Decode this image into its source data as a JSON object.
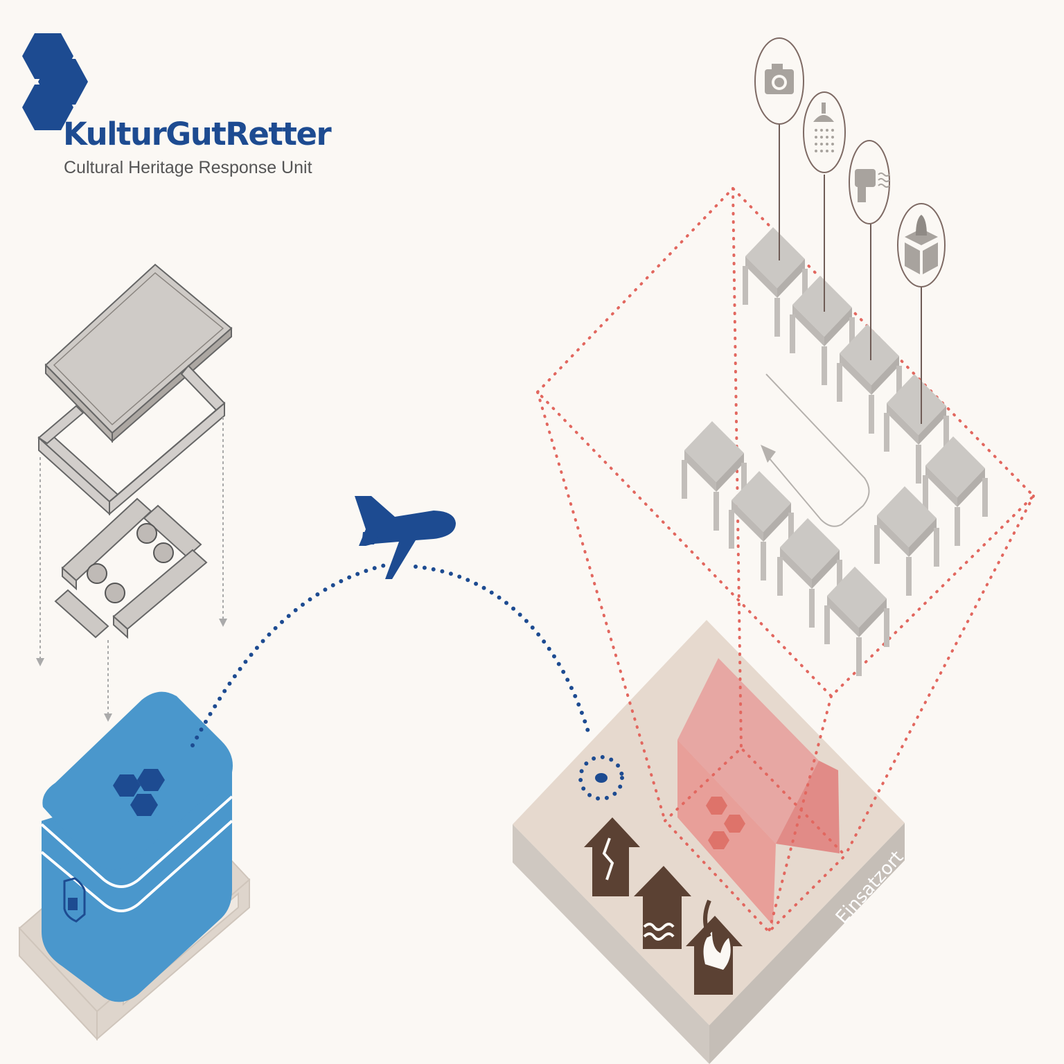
{
  "brand": {
    "title": "KulturGutRetter",
    "subtitle": "Cultural Heritage Response Unit"
  },
  "site": {
    "label": "Einsatzort"
  },
  "colors": {
    "background": "#fbf8f4",
    "brand_blue": "#1d4b91",
    "container_blue": "#4a97cc",
    "tent_red": "#e58d8d",
    "dotted_red": "#e2675f",
    "table_grey": "#c7c4c0",
    "ground_beige": "#e6d9ce",
    "house_brown": "#5b4133",
    "icon_grey": "#a8a39e",
    "circle_outline": "#7e6a64"
  },
  "icons": {
    "step_1": "camera-icon",
    "step_2": "shower-icon",
    "step_3": "dryer-icon",
    "step_4": "packing-box-icon",
    "transport": "airplane-icon",
    "hazard_1": "earthquake-house-icon",
    "hazard_2": "flood-house-icon",
    "hazard_3": "fire-house-icon",
    "location": "location-marker-icon"
  }
}
